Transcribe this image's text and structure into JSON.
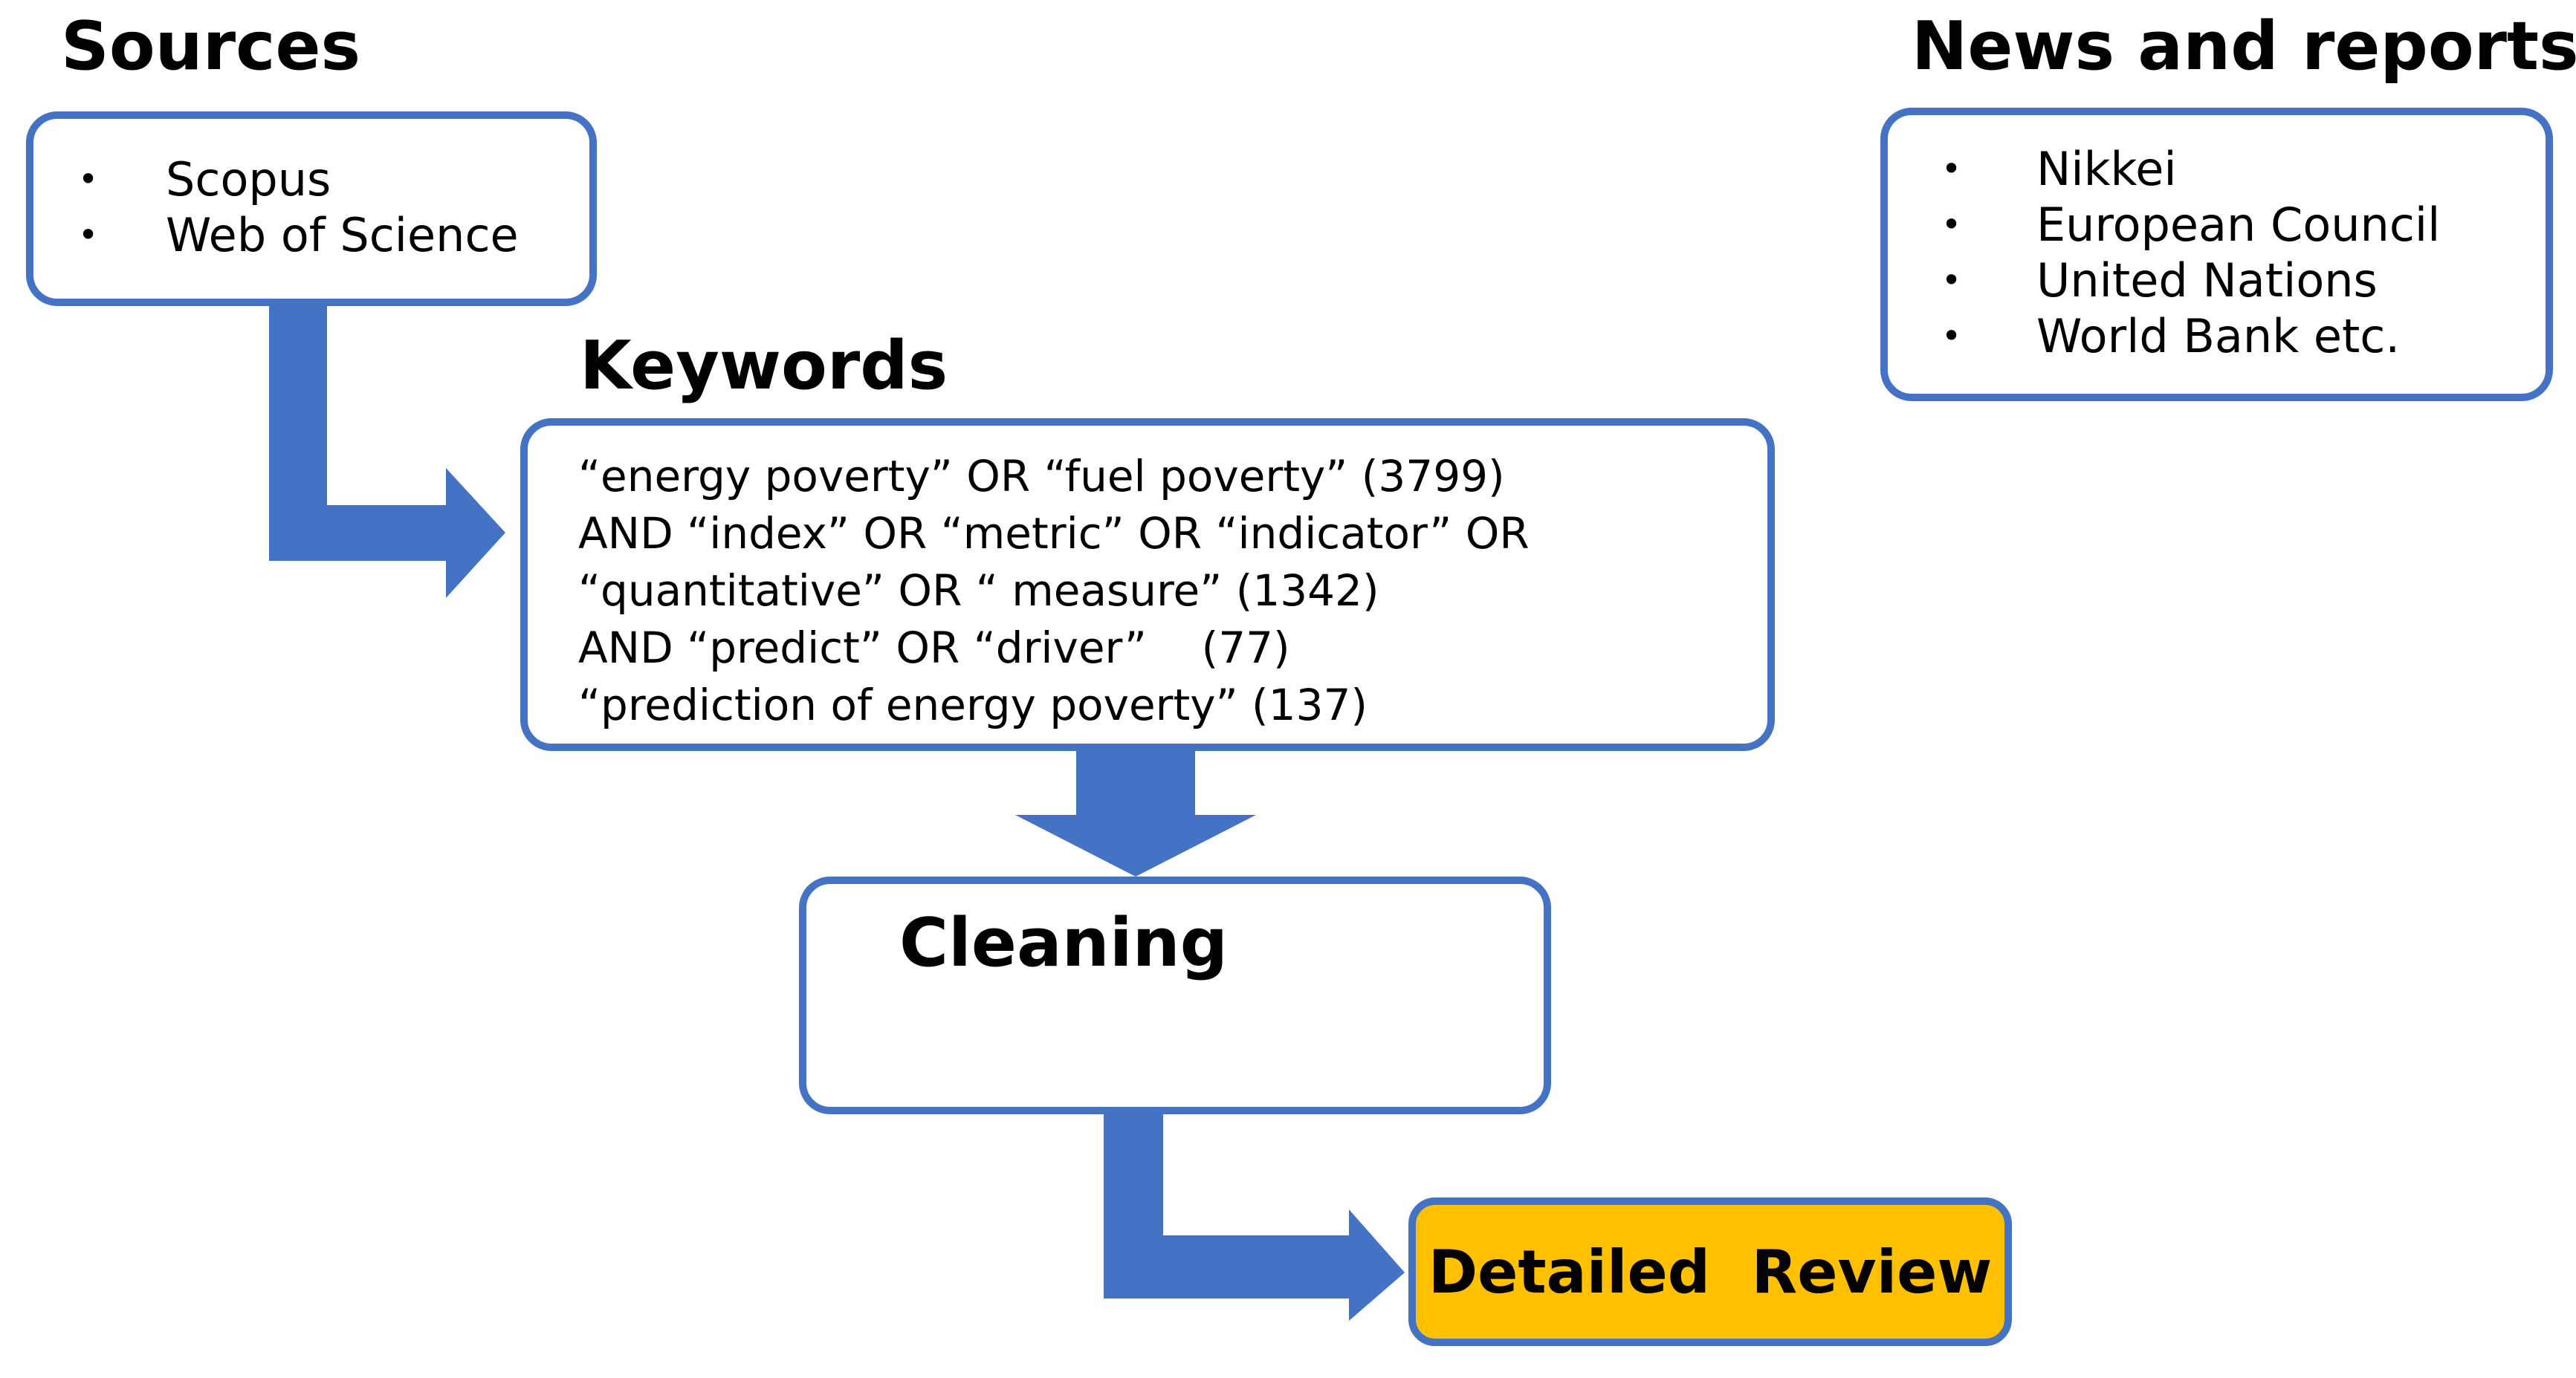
{
  "colors": {
    "box_border": "#4472c4",
    "arrow_fill": "#4472c4",
    "review_fill": "#ffc000",
    "text": "#000000"
  },
  "sources": {
    "heading": "Sources",
    "items": [
      "Scopus",
      "Web of Science"
    ]
  },
  "news": {
    "heading": "News and reports",
    "items": [
      "Nikkei",
      "European Council",
      "United Nations",
      "World Bank etc."
    ]
  },
  "keywords": {
    "heading": "Keywords",
    "lines": [
      "“energy poverty” OR “fuel poverty” (3799)",
      "AND “index” OR “metric” OR “indicator” OR",
      "“quantitative” OR “ measure” (1342)",
      "AND “predict” OR “driver”    (77)",
      "“prediction of energy poverty” (137)"
    ]
  },
  "cleaning": {
    "label": "Cleaning"
  },
  "review": {
    "label": "Detailed  Review"
  },
  "bullet_symbol": "•"
}
